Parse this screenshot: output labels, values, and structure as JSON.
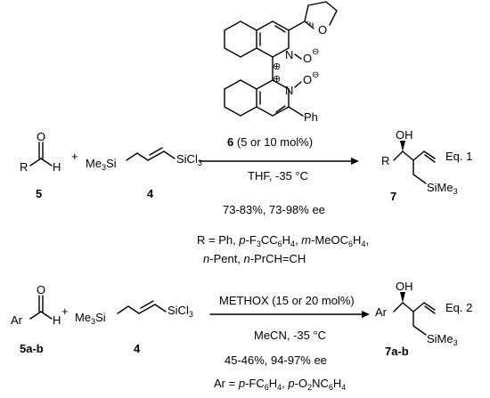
{
  "colors": {
    "ink": "#000000",
    "background": "#ffffff"
  },
  "catalyst": {
    "oxygen_atom": "O",
    "nitrogen_atom": "N",
    "n_oxide_oxygen": "O",
    "negative_charge": "⊖",
    "positive_charge": "⊕",
    "phenyl": "Ph"
  },
  "equation1": {
    "aldehyde": {
      "R": "R",
      "O": "O",
      "H": "H",
      "label": "5"
    },
    "plus": "+",
    "silane": {
      "tms": "Me",
      "tms_sub": "3",
      "tms_si": "Si",
      "sicl": "SiCl",
      "sicl_sub": "3",
      "label": "4"
    },
    "catalyst_line": {
      "label": "6",
      "loading": "(5 or 10 mol%)"
    },
    "conditions": "THF, -35 °C",
    "yield_ee": "73-83%, 73-98% ee",
    "r_groups": {
      "line1_a": "R = Ph, ",
      "line1_b": "p",
      "line1_c": "-F",
      "line1_d": "3",
      "line1_e": "CC",
      "line1_f": "6",
      "line1_g": "H",
      "line1_h": "4",
      "line1_i": ", ",
      "line1_j": "m",
      "line1_k": "-MeOC",
      "line1_l": "6",
      "line1_m": "H",
      "line1_n": "4",
      "line1_o": ",",
      "line2_a": "n",
      "line2_b": "-Pent, ",
      "line2_c": "n",
      "line2_d": "-PrCH=CH"
    },
    "product": {
      "OH": "OH",
      "R": "R",
      "SiMe": "SiMe",
      "SiMe_sub": "3",
      "label": "7"
    },
    "eq_label": "Eq. 1"
  },
  "equation2": {
    "aldehyde": {
      "Ar": "Ar",
      "O": "O",
      "H": "H",
      "label": "5a-b"
    },
    "plus": "+",
    "silane": {
      "tms": "Me",
      "tms_sub": "3",
      "tms_si": "Si",
      "sicl": "SiCl",
      "sicl_sub": "3",
      "label": "4"
    },
    "catalyst_line": "METHOX (15 or 20 mol%)",
    "conditions": "MeCN, -35 °C",
    "yield_ee": "45-46%, 94-97% ee",
    "ar_groups": {
      "a": "Ar = ",
      "b": "p",
      "c": "-FC",
      "d": "6",
      "e": "H",
      "f": "4",
      "g": ", ",
      "h": "p",
      "i": "-O",
      "j": "2",
      "k": "NC",
      "l": "6",
      "m": "H",
      "n": "4"
    },
    "product": {
      "OH": "OH",
      "Ar": "Ar",
      "SiMe": "SiMe",
      "SiMe_sub": "3",
      "label": "7a-b"
    },
    "eq_label": "Eq. 2"
  }
}
